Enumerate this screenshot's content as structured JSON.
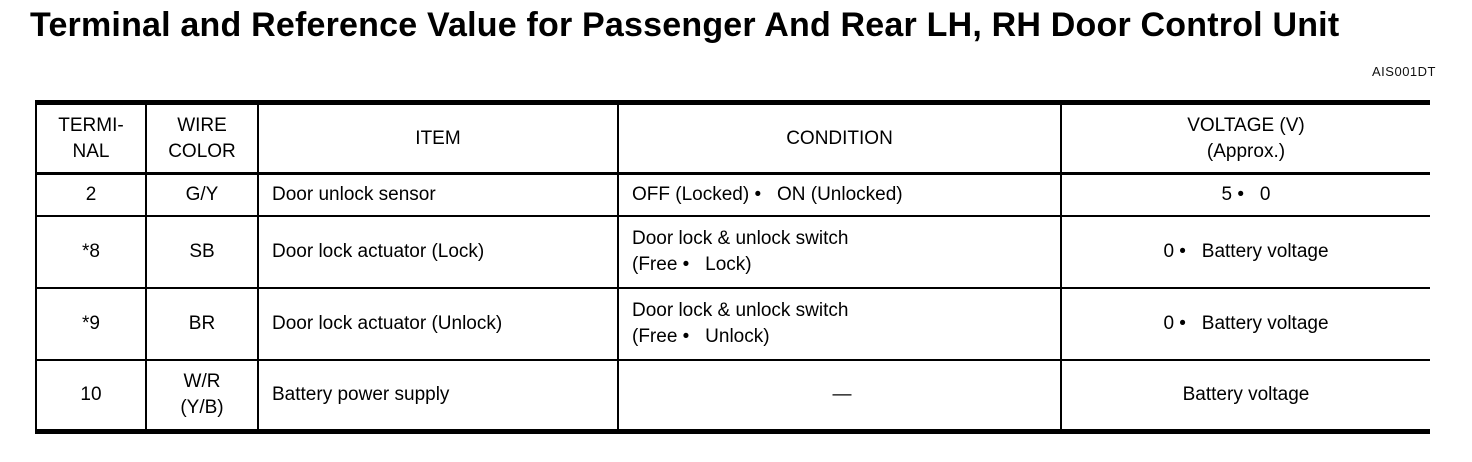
{
  "page": {
    "title": "Terminal and Reference Value for Passenger And Rear LH, RH Door Control Unit",
    "figure_code": "AIS001DT"
  },
  "table": {
    "headers": {
      "terminal": "TERMI-\nNAL",
      "wire_color": "WIRE\nCOLOR",
      "item": "ITEM",
      "condition": "CONDITION",
      "voltage": "VOLTAGE (V)\n(Approx.)"
    },
    "rows": [
      {
        "terminal": "2",
        "wire_color": "G/Y",
        "item": "Door unlock sensor",
        "condition": "OFF (Locked) •   ON (Unlocked)",
        "voltage": "5 •   0"
      },
      {
        "terminal": "*8",
        "wire_color": "SB",
        "item": "Door lock actuator (Lock)",
        "condition": "Door lock & unlock switch\n(Free •   Lock)",
        "voltage": "0 •   Battery voltage"
      },
      {
        "terminal": "*9",
        "wire_color": "BR",
        "item": "Door lock actuator (Unlock)",
        "condition": "Door lock & unlock switch\n(Free •   Unlock)",
        "voltage": "0 •   Battery voltage"
      },
      {
        "terminal": "10",
        "wire_color": "W/R\n(Y/B)",
        "item": "Battery power supply",
        "condition": "—",
        "voltage": "Battery voltage"
      }
    ]
  }
}
